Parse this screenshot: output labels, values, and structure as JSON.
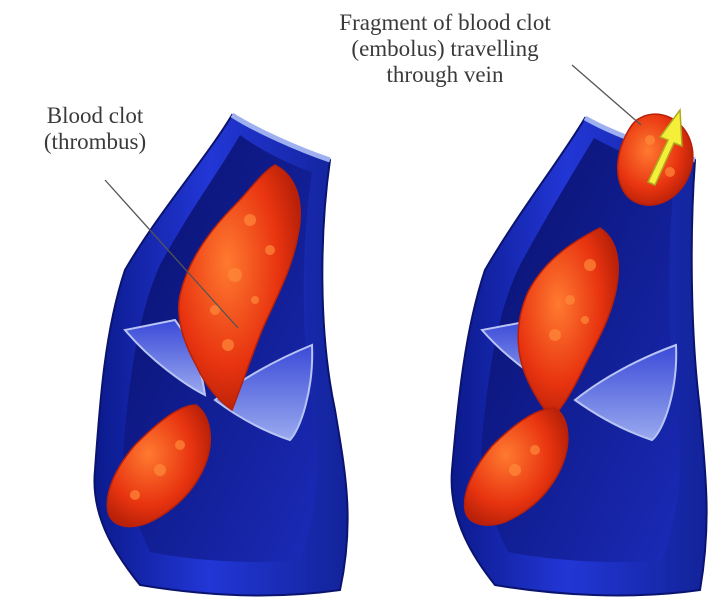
{
  "labels": {
    "thrombus": {
      "line1": "Blood clot",
      "line2": "(thrombus)"
    },
    "embolus": {
      "line1": "Fragment of blood clot",
      "line2": "(embolus) travelling",
      "line3": "through vein"
    }
  },
  "colors": {
    "vein_outer": "#1a2fbf",
    "vein_inner": "#0c1680",
    "vein_wall_cut": "#9fb0f0",
    "clot": "#e8320f",
    "clot_highlight": "#ff6a2a",
    "arrow": "#f4f03a"
  }
}
